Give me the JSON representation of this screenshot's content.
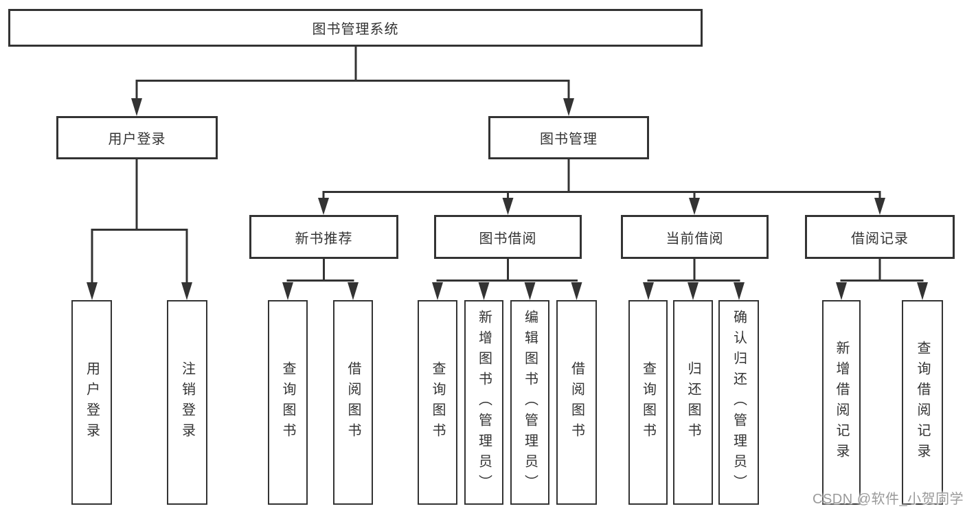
{
  "diagram": {
    "title": "图书管理系统",
    "root": {
      "label": "图书管理系统"
    },
    "level2": [
      {
        "label": "用户登录"
      },
      {
        "label": "图书管理"
      }
    ],
    "level3": [
      {
        "label": "新书推荐",
        "parent": "图书管理"
      },
      {
        "label": "图书借阅",
        "parent": "图书管理"
      },
      {
        "label": "当前借阅",
        "parent": "图书管理"
      },
      {
        "label": "借阅记录",
        "parent": "图书管理"
      }
    ],
    "leaves": [
      {
        "label": "用户登录",
        "parent": "用户登录"
      },
      {
        "label": "注销登录",
        "parent": "用户登录"
      },
      {
        "label": "查询图书",
        "parent": "新书推荐"
      },
      {
        "label": "借阅图书",
        "parent": "新书推荐"
      },
      {
        "label": "查询图书",
        "parent": "图书借阅"
      },
      {
        "label": "新增图书（管理员）",
        "parent": "图书借阅"
      },
      {
        "label": "编辑图书（管理员）",
        "parent": "图书借阅"
      },
      {
        "label": "借阅图书",
        "parent": "图书借阅"
      },
      {
        "label": "查询图书",
        "parent": "当前借阅"
      },
      {
        "label": "归还图书",
        "parent": "当前借阅"
      },
      {
        "label": "确认归还（管理员）",
        "parent": "当前借阅"
      },
      {
        "label": "新增借阅记录",
        "parent": "借阅记录"
      },
      {
        "label": "查询借阅记录",
        "parent": "借阅记录"
      }
    ]
  },
  "watermark": {
    "text": "CSDN @软件_小贺同学"
  },
  "colors": {
    "line": "#333333",
    "box_border": "#333333",
    "text": "#333333",
    "background": "#ffffff",
    "watermark": "#9a9a9a"
  }
}
